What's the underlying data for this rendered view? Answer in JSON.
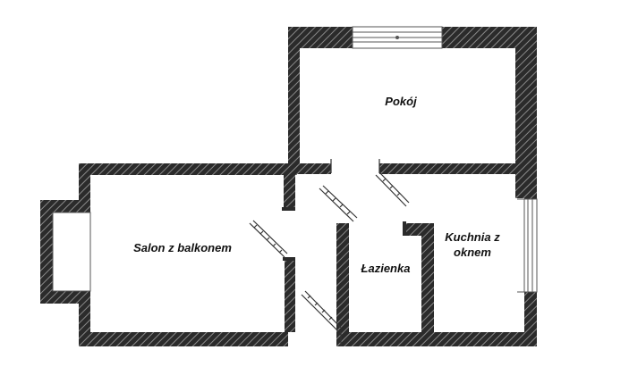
{
  "rooms": {
    "pokoj": "Pokój",
    "salon": "Salon z balkonem",
    "lazienka": "Łazienka",
    "kuchnia_line1": "Kuchnia z",
    "kuchnia_line2": "oknem"
  },
  "colors": {
    "wall_fill": "#2b2b2b",
    "wall_hatch": "#8a8a8a",
    "background": "#ffffff",
    "window_line": "#555555",
    "door_line": "#333333"
  }
}
